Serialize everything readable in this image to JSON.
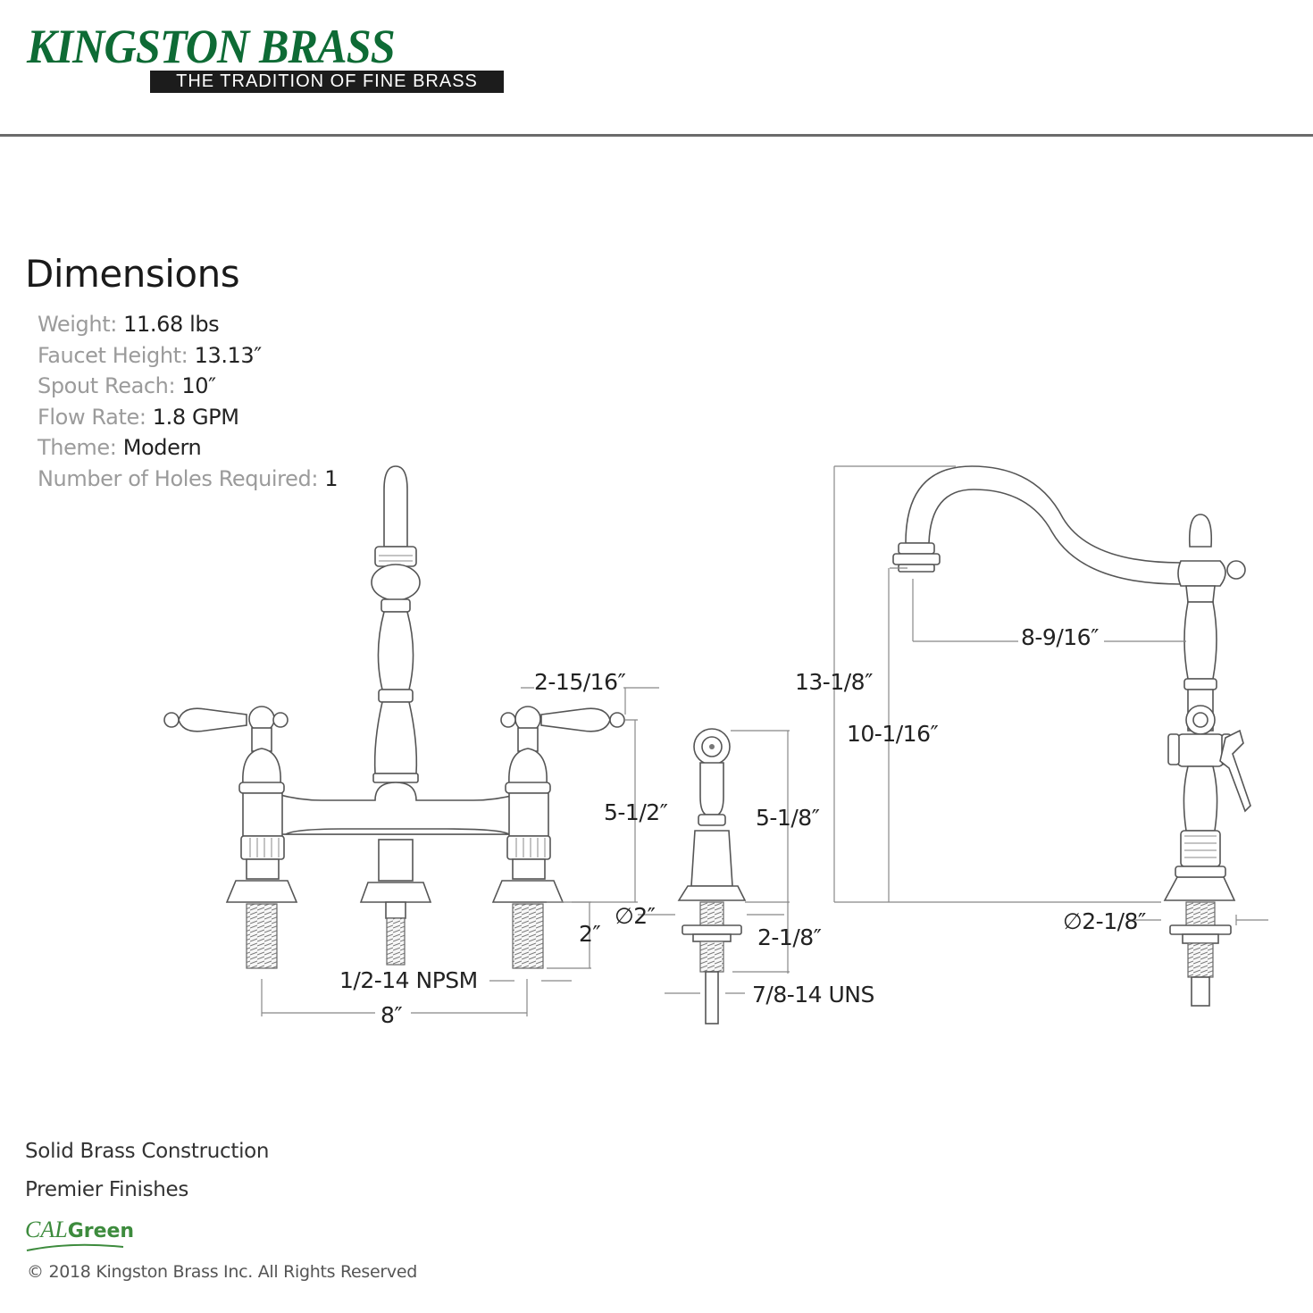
{
  "brand": {
    "name": "KINGSTON BRASS",
    "tagline": "THE TRADITION OF FINE BRASS",
    "color": "#0e6b35"
  },
  "dimensions": {
    "title": "Dimensions",
    "specs": [
      {
        "label": "Weight:",
        "value": "11.68 lbs"
      },
      {
        "label": "Faucet Height:",
        "value": "13.13″"
      },
      {
        "label": "Spout Reach:",
        "value": "10″"
      },
      {
        "label": "Flow Rate:",
        "value": "1.8 GPM"
      },
      {
        "label": "Theme:",
        "value": "Modern"
      },
      {
        "label": "Number of Holes Required:",
        "value": "1"
      }
    ]
  },
  "callouts": {
    "handle_spread": "2-15/16″",
    "faucet_height_top": "5-1/2″",
    "base_diameter": "∅2″",
    "shank_length": "2″",
    "shank_thread": "1/2-14 NPSM",
    "center_spread": "8″",
    "sprayer_height": "5-1/8″",
    "sprayer_shank": "2-1/8″",
    "sprayer_thread": "7/8-14 UNS",
    "overall_height": "13-1/8″",
    "spout_clearance": "10-1/16″",
    "spout_reach": "8-9/16″",
    "side_base_diameter": "∅2-1/8″"
  },
  "features": [
    "Solid Brass Construction",
    "Premier Finishes"
  ],
  "calgreen": {
    "prefix": "CAL",
    "suffix": "Green"
  },
  "copyright": "© 2018 Kingston Brass Inc. All Rights Reserved"
}
